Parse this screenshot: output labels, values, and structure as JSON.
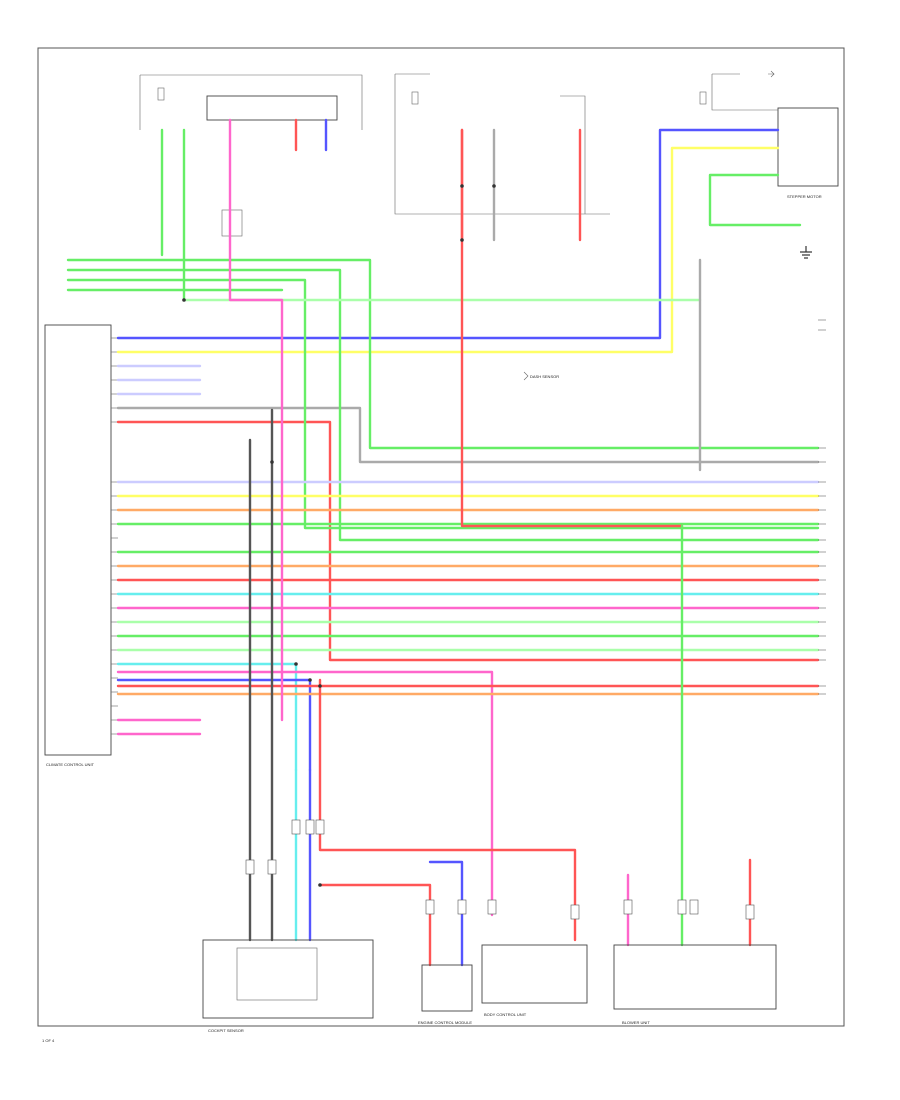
{
  "diagram": {
    "components": {
      "climate_control_unit": "CLIMATE CONTROL UNIT",
      "cockpit_sensor": "COCKPIT SENSOR",
      "engine_control_module": "ENGINE CONTROL MODULE",
      "body_control_unit": "BODY CONTROL UNIT",
      "stepper_motor": "STEPPER MOTOR",
      "dash_sensor": "DASH SENSOR",
      "blower_unit": "BLOWER UNIT"
    },
    "page_marker": "1 OF 4"
  }
}
